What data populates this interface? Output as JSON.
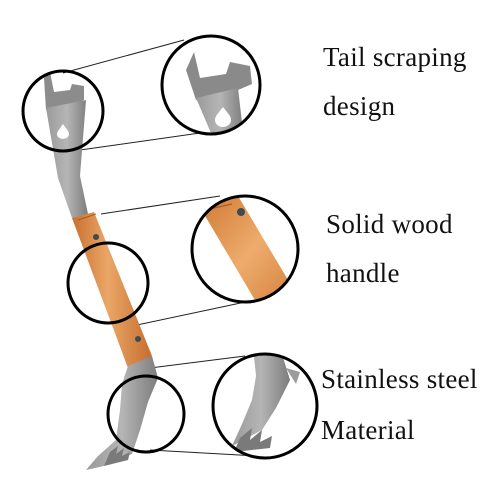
{
  "captions": {
    "tail_scraping": {
      "line1": "Tail scraping",
      "line2": "design"
    },
    "wood_handle": {
      "line1": "Solid wood",
      "line2": "handle"
    },
    "steel": {
      "line1": "Stainless steel",
      "line2": "Material"
    }
  },
  "colors": {
    "steel": "#8e8e8e",
    "steel_dark": "#6e6e6e",
    "steel_light": "#b8b8b8",
    "wood": "#d9843e",
    "wood_dark": "#b9672a",
    "wood_light": "#eaa767",
    "rivet": "#3f4a57",
    "outline": "#000000"
  }
}
